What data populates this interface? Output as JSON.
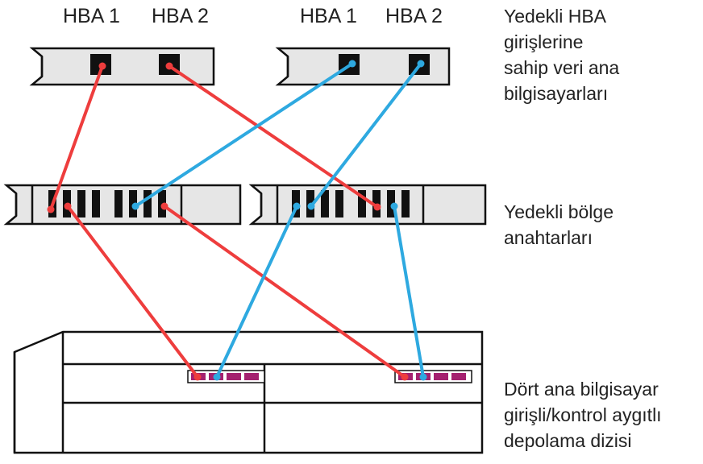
{
  "hosts": {
    "left": {
      "hba1_label": "HBA 1",
      "hba2_label": "HBA 2"
    },
    "right": {
      "hba1_label": "HBA 1",
      "hba2_label": "HBA 2"
    }
  },
  "labels": {
    "hosts": [
      "Yedekli HBA",
      "girişlerine",
      "sahip veri ana",
      "bilgisayarları"
    ],
    "switches": [
      "Yedekli bölge",
      "anahtarları"
    ],
    "storage": [
      "Dört ana bilgisayar",
      "girişli/kontrol aygıtlı",
      "depolama dizisi"
    ]
  },
  "colors": {
    "red_cable": "#ee3d3d",
    "blue_cable": "#2ea9e0",
    "device_fill": "#e6e6e6",
    "controller_port": "#a4206f"
  }
}
